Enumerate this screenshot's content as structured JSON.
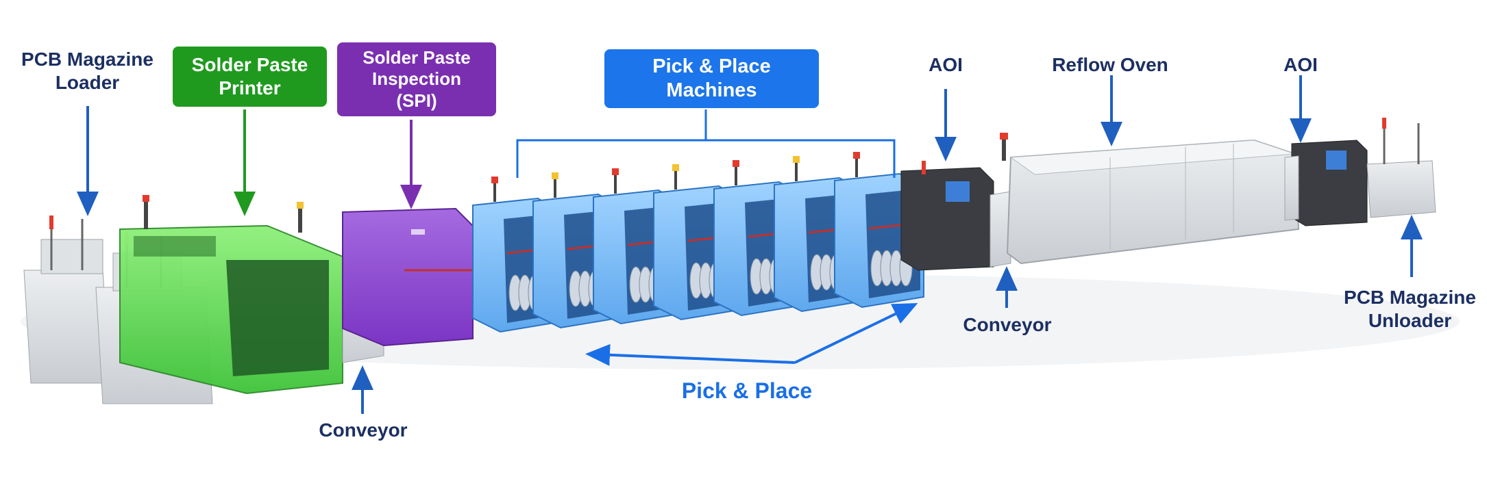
{
  "labels": {
    "pcb_loader": "PCB Magazine\nLoader",
    "solder_paste_printer": "Solder Paste\nPrinter",
    "spi": "Solder Paste\nInspection\n(SPI)",
    "pick_place_machines": "Pick & Place\nMachines",
    "aoi_1": "AOI",
    "reflow_oven": "Reflow Oven",
    "aoi_2": "AOI",
    "conveyor_1": "Conveyor",
    "conveyor_2": "Conveyor",
    "pick_place": "Pick & Place",
    "pcb_unloader": "PCB Magazine\nUnloader"
  },
  "colors": {
    "label_dark": "#1c2f63",
    "arrow_blue": "#1f5fbf",
    "printer_green": "#1f9a1f",
    "spi_purple": "#7a2fb0",
    "pick_place_blue": "#1c75ea",
    "machine_gray": "#d6d9dd"
  },
  "machines": {
    "pick_place_count": 7
  }
}
